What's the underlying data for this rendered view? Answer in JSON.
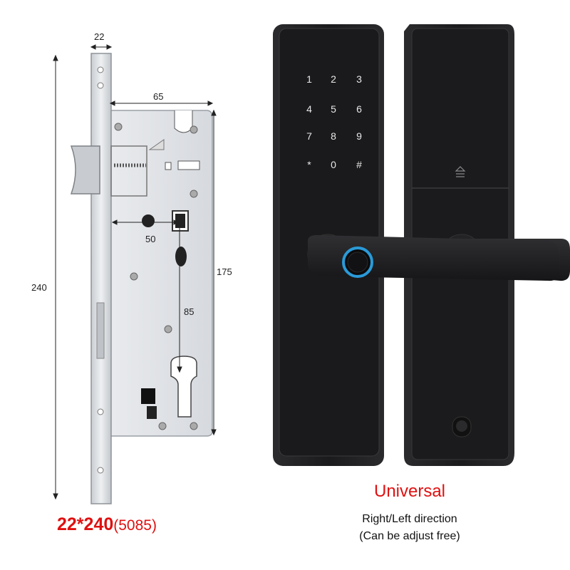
{
  "mortise": {
    "dim_faceplate_width": "22",
    "dim_case_width": "65",
    "dim_backset": "50",
    "dim_case_height": "175",
    "dim_total_height": "240",
    "dim_center_distance": "85"
  },
  "keypad": {
    "keys": [
      "1",
      "2",
      "3",
      "4",
      "5",
      "6",
      "7",
      "8",
      "9",
      "*",
      "0",
      "#"
    ]
  },
  "captions": {
    "model_size": "22*240",
    "model_code": "(5085)",
    "title": "Universal",
    "line1": "Right/Left direction",
    "line2": "(Can be adjust free)"
  },
  "colors": {
    "accent_red": "#e01010",
    "fingerprint_ring": "#2a9ad8",
    "lock_body": "#1e1e20"
  }
}
